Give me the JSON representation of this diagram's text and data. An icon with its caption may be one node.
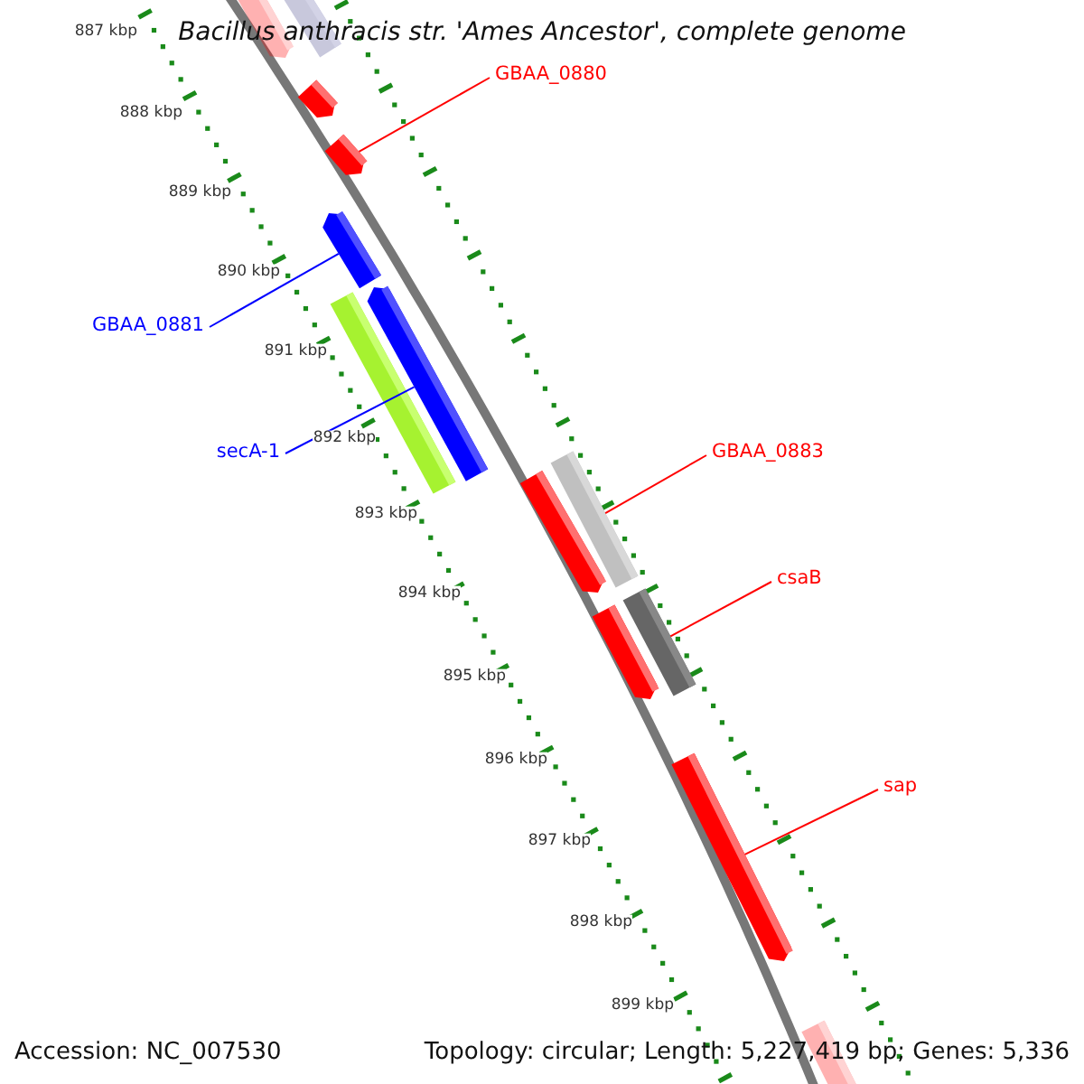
{
  "diagram": {
    "title": "Bacillus anthracis str. 'Ames Ancestor', complete genome",
    "nodes": [
      {
        "text": [
          "GBAA_0880"
        ]
      },
      {
        "text": [
          "GBAA_0881"
        ]
      },
      {
        "text": [
          "secA-1"
        ]
      },
      {
        "text": [
          "GBAA_0883"
        ]
      },
      {
        "text": [
          "csaB"
        ]
      },
      {
        "text": [
          "sap"
        ]
      },
      {
        "text": [],
        "shape": "bar"
      },
      {
        "text": [],
        "shape": "bar"
      },
      {
        "text": [],
        "shape": "bar"
      },
      {
        "text": [],
        "shape": "bar"
      },
      {
        "text": [],
        "shape": "bar"
      },
      {
        "text": [],
        "shape": "bar"
      },
      {
        "text": [],
        "shape": "bar"
      },
      {
        "text": [],
        "shape": "bar"
      },
      {
        "text": [],
        "shape": "bar"
      },
      {
        "text": [],
        "shape": "bar"
      },
      {
        "text": [],
        "shape": "bar"
      },
      {
        "text": [],
        "shape": "bar"
      },
      {
        "text": [],
        "shape": "bar"
      }
    ],
    "edges": [
      {
        "from": 0,
        "to": 9,
        "arrow": "none",
        "color": "#ff0000"
      },
      {
        "from": 1,
        "to": 10,
        "arrow": "none",
        "color": "#0000ff"
      },
      {
        "from": 2,
        "to": 11,
        "arrow": "none",
        "color": "#0000ff"
      },
      {
        "from": 3,
        "to": 14,
        "arrow": "none",
        "color": "#ff0000"
      },
      {
        "from": 4,
        "to": 16,
        "arrow": "none",
        "color": "#ff0000"
      },
      {
        "from": 5,
        "to": 17,
        "arrow": "none",
        "color": "#ff0000"
      }
    ],
    "labels": [
      "887 kbp",
      "888 kbp",
      "889 kbp",
      "890 kbp",
      "891 kbp",
      "892 kbp",
      "893 kbp",
      "894 kbp",
      "895 kbp",
      "896 kbp",
      "897 kbp",
      "898 kbp",
      "899 kbp",
      "Accession: NC_007530",
      "Topology: circular; Length: 5,227,419 bp; Genes: 5,336"
    ]
  }
}
